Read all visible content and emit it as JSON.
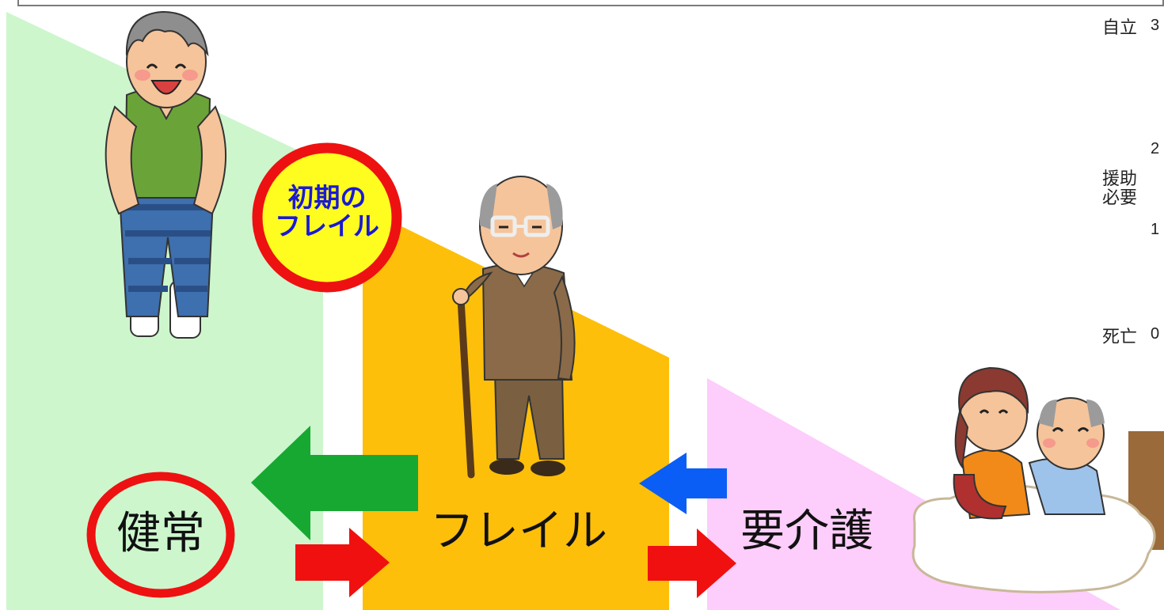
{
  "diagram": {
    "badge": {
      "line1": "初期の",
      "line2": "フレイル"
    },
    "stages": {
      "healthy": "健常",
      "frail": "フレイル",
      "care": "要介護"
    },
    "scale": {
      "independent": "自立",
      "needs_help_line1": "援助",
      "needs_help_line2": "必要",
      "death": "死亡",
      "n3": "3",
      "n2": "2",
      "n1": "1",
      "n0": "0"
    },
    "colors": {
      "healthy_zone": "#cdf6cd",
      "frail_zone": "#fdbf0a",
      "care_zone": "#fdcdfb",
      "arrow_back_green": "#17a832",
      "arrow_back_blue": "#0a5ef5",
      "arrow_forward": "#f01010",
      "circle": "#ee1111",
      "badge_fill": "#fffc20",
      "badge_text": "#1a1ad4"
    }
  }
}
